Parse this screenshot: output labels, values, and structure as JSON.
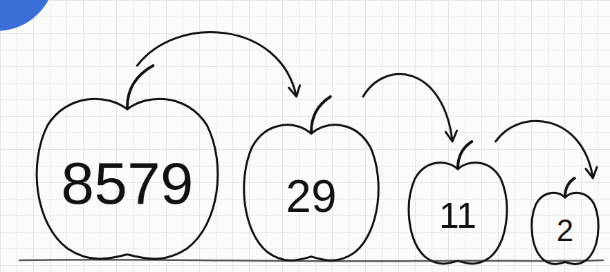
{
  "diagram": {
    "nodes": [
      {
        "text": [
          "8579"
        ]
      },
      {
        "text": [
          "29"
        ]
      },
      {
        "text": [
          "11"
        ]
      },
      {
        "text": [
          "2"
        ]
      }
    ],
    "edges": [
      {
        "from": 0,
        "to": 1,
        "arrow": "to"
      },
      {
        "from": 1,
        "to": 2,
        "arrow": "to"
      },
      {
        "from": 2,
        "to": 3,
        "arrow": "to"
      }
    ]
  }
}
